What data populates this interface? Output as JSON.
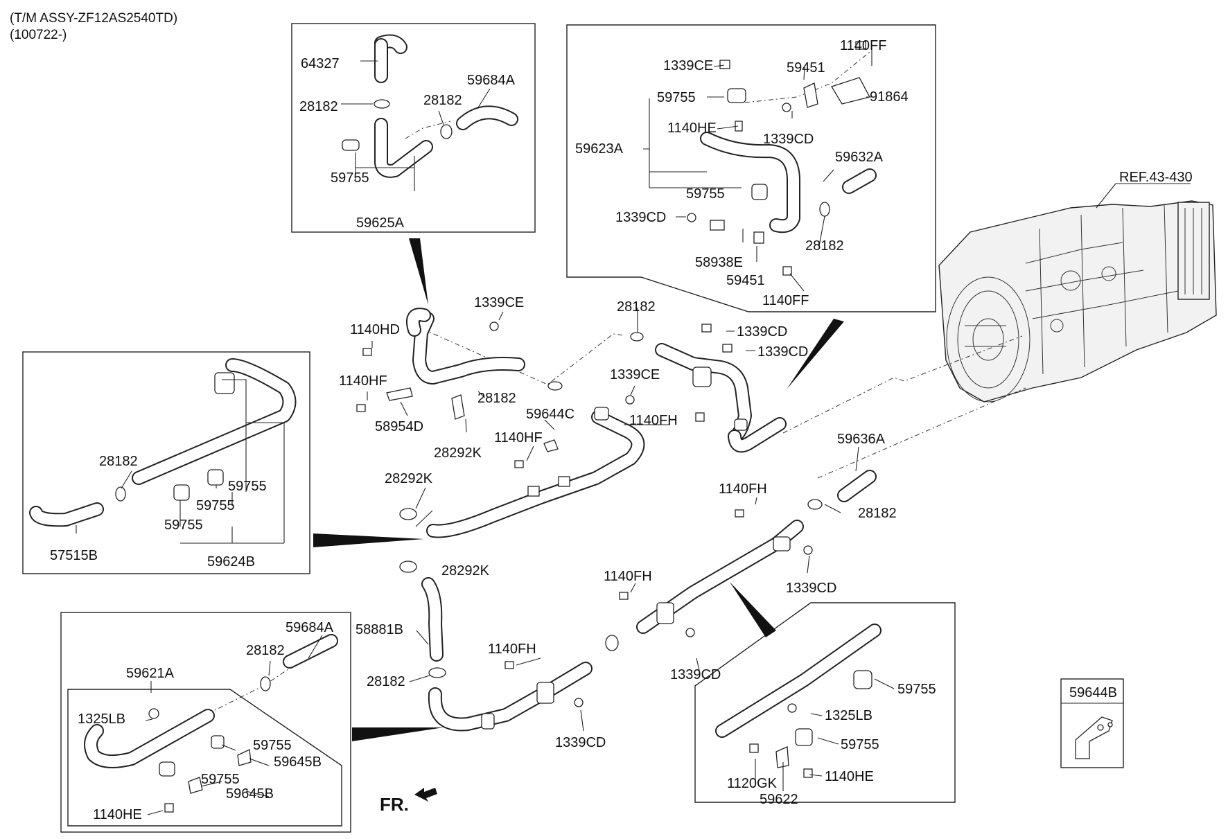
{
  "header": {
    "line1": "(T/M ASSY-ZF12AS2540TD)",
    "line2": "(100722-)"
  },
  "ref_label": "REF.43-430",
  "front_label": "FR.",
  "insets": {
    "top_left": {
      "l1": "64327",
      "l2": "28182",
      "l3": "28182",
      "l4": "59684A",
      "l5": "59755",
      "l6": "59625A"
    },
    "top_right": {
      "l1": "1339CE",
      "l2": "59451",
      "l3": "1140FF",
      "l4": "59755",
      "l5": "91864",
      "l6": "1140HE",
      "l7": "1339CD",
      "l8": "59623A",
      "l9": "59632A",
      "l10": "59755",
      "l11": "1339CD",
      "l12": "28182",
      "l13": "58938E",
      "l14": "59451",
      "l15": "1140FF"
    },
    "left": {
      "l1": "28182",
      "l2": "59755",
      "l3": "59755",
      "l4": "59755",
      "l5": "57515B",
      "l6": "59624B"
    },
    "bottom_left": {
      "l1": "59684A",
      "l2": "28182",
      "l3": "59621A",
      "l4": "1325LB",
      "l5": "59755",
      "l6": "59645B",
      "l7": "59755",
      "l8": "59645B",
      "l9": "1140HE"
    },
    "bottom_right": {
      "l1": "59755",
      "l2": "1325LB",
      "l3": "59755",
      "l4": "1140HE",
      "l5": "1120GK",
      "l6": "59622"
    },
    "small": {
      "title": "59644B"
    }
  },
  "main": {
    "l1": "1339CE",
    "l2": "1140HD",
    "l3": "1140HF",
    "l4": "58954D",
    "l5": "28292K",
    "l6": "28182",
    "l7": "28182",
    "l8": "1339CE",
    "l9": "59644C",
    "l10": "1140HF",
    "l11": "1339CD",
    "l12": "1339CD",
    "l13": "1140FH",
    "l14": "28292K",
    "l15": "59636A",
    "l16": "28182",
    "l17": "1140FH",
    "l18": "1339CD",
    "l19": "28292K",
    "l20": "1140FH",
    "l21": "58881B",
    "l22": "28182",
    "l23": "1140FH",
    "l24": "1339CD",
    "l25": "1339CD"
  }
}
